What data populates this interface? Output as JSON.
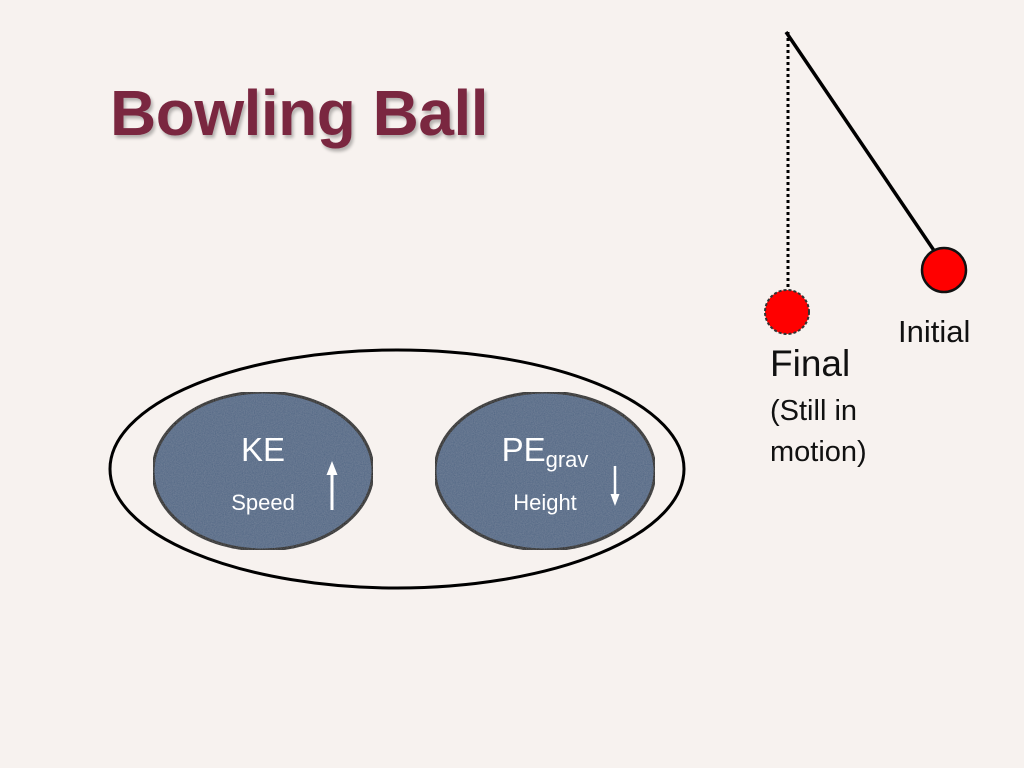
{
  "slide": {
    "title": "Bowling Ball"
  },
  "pendulum": {
    "initial_label": "Initial",
    "final_label": "Final",
    "final_note": "(Still in motion)",
    "ball_color": "#ff0000"
  },
  "energy": {
    "ke": {
      "label": "KE",
      "variable": "Speed",
      "direction": "up",
      "arrow_icon": "arrow-up-icon"
    },
    "pe": {
      "label": "PE",
      "subscript": "grav",
      "variable": "Height",
      "direction": "down",
      "arrow_icon": "arrow-down-icon"
    },
    "oval_color": "#4b6383"
  },
  "colors": {
    "background": "#f7f2ef",
    "title": "#7a2740"
  }
}
